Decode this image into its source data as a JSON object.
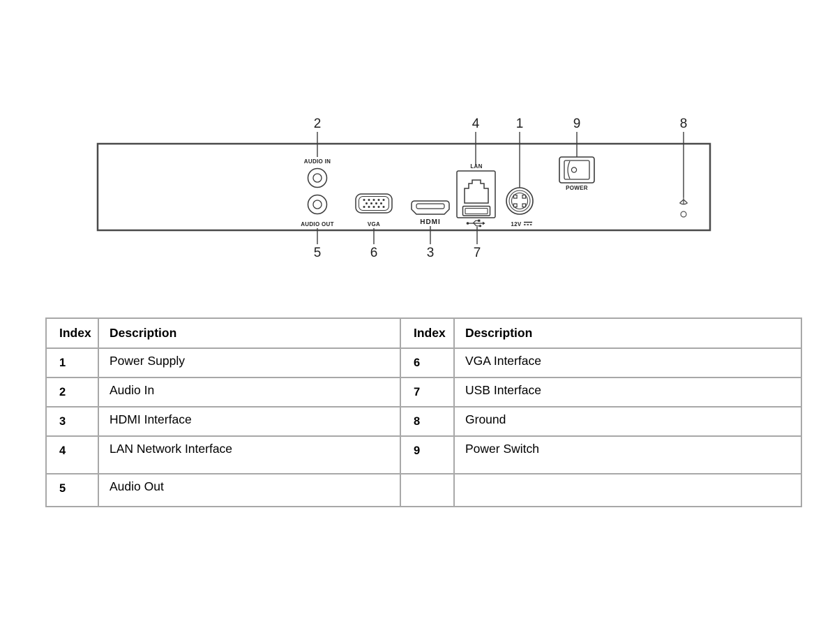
{
  "diagram": {
    "panel": {
      "audio_in_label": "AUDIO IN",
      "audio_out_label": "AUDIO OUT",
      "vga_label": "VGA",
      "hdmi_label": "HDMI",
      "lan_label": "LAN",
      "power_label": "POWER",
      "dc_label": "12V"
    },
    "callouts": {
      "power_supply": "1",
      "audio_in": "2",
      "hdmi": "3",
      "lan": "4",
      "audio_out": "5",
      "vga": "6",
      "usb": "7",
      "ground": "8",
      "power_switch": "9"
    }
  },
  "table": {
    "headers": [
      "Index",
      "Description",
      "Index",
      "Description"
    ],
    "rows": [
      [
        "1",
        "Power Supply",
        "6",
        "VGA Interface"
      ],
      [
        "2",
        "Audio In",
        "7",
        "USB Interface"
      ],
      [
        "3",
        "HDMI Interface",
        "8",
        "Ground"
      ],
      [
        "4",
        "LAN Network Interface",
        "9",
        "Power Switch"
      ],
      [
        "5",
        "Audio Out",
        "",
        ""
      ]
    ]
  }
}
